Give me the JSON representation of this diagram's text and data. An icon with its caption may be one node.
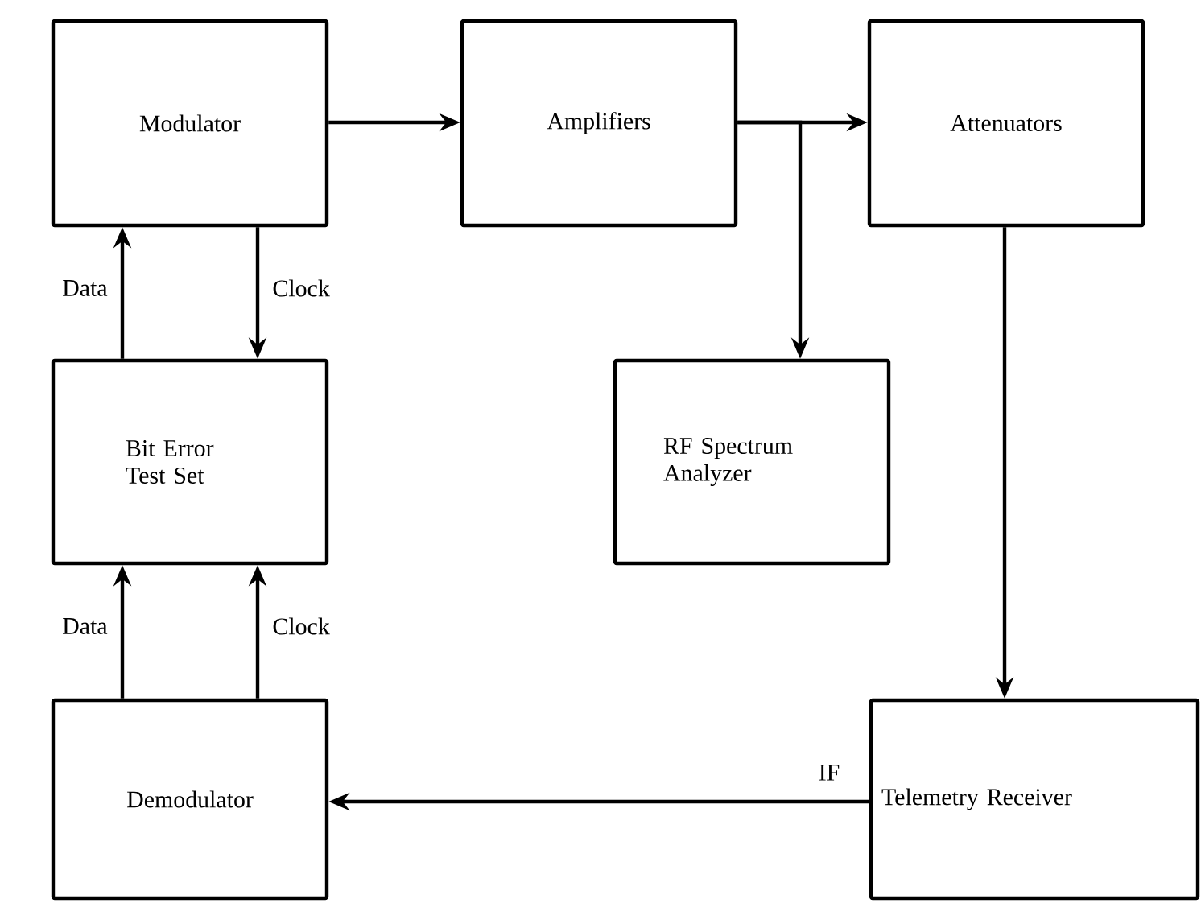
{
  "diagram": {
    "nodes": [
      {
        "text": [
          "Modulator"
        ]
      },
      {
        "text": [
          "Amplifiers"
        ]
      },
      {
        "text": [
          "Attenuators"
        ]
      },
      {
        "text": [
          "Bit Error Test Set"
        ]
      },
      {
        "text": [
          "RF Spectrum Analyzer"
        ]
      },
      {
        "text": [
          "Demodulator"
        ]
      },
      {
        "text": [
          "Telemetry Receiver"
        ]
      }
    ],
    "edges": [
      {
        "from": 0,
        "to": 1,
        "arrow": "to"
      },
      {
        "from": 1,
        "to": 2,
        "arrow": "to"
      },
      {
        "from": 1,
        "to": 4,
        "arrow": "to"
      },
      {
        "from": 3,
        "to": 0,
        "arrow": "to",
        "label": "Data"
      },
      {
        "from": 0,
        "to": 3,
        "arrow": "to",
        "label": "Clock"
      },
      {
        "from": 2,
        "to": 6,
        "arrow": "to"
      },
      {
        "from": 5,
        "to": 3,
        "arrow": "to",
        "label": "Data"
      },
      {
        "from": 5,
        "to": 3,
        "arrow": "to",
        "label": "Clock"
      },
      {
        "from": 6,
        "to": 5,
        "arrow": "to",
        "label": "IF"
      }
    ]
  }
}
